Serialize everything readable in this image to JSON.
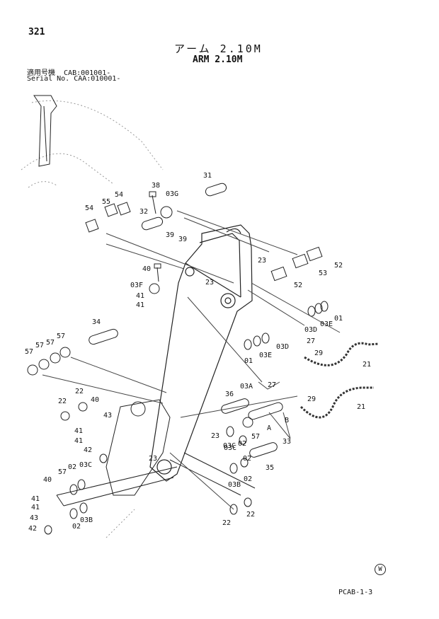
{
  "page_number": "321",
  "title_jp": "アーム 2.10M",
  "title_en": "ARM 2.10M",
  "serial_line1": "適用号機  CAB:001001-",
  "serial_line2": "Serial No. CAA:010001-",
  "watermark": "W",
  "footer_code": "PCAB-1-3",
  "part_labels": {
    "p321_top": "31",
    "p38": "38",
    "p03g": "03G",
    "p32": "32",
    "p39a": "39",
    "p39b": "39",
    "p54a": "54",
    "p54b": "54",
    "p55": "55",
    "p40a": "40",
    "p03f": "03F",
    "p41a": "41",
    "p41b": "41",
    "p23a": "23",
    "p23b": "23",
    "p52a": "52",
    "p52b": "52",
    "p53": "53",
    "p34": "34",
    "p57a": "57",
    "p57b": "57",
    "p57c": "57",
    "p57d": "57",
    "p01a": "01",
    "p03da": "03D",
    "p03ea": "03E",
    "p01b": "01",
    "p03eb": "03E",
    "p03db": "03D",
    "p27a": "27",
    "p29a": "29",
    "p21a": "21",
    "p03a": "03A",
    "p27b": "27",
    "p29b": "29",
    "p21b": "21",
    "p36": "36",
    "p22a": "22",
    "p22b": "22",
    "p40b": "40",
    "p43a": "43",
    "p41c": "41",
    "p41d": "41",
    "p42a": "42",
    "p23c": "23",
    "p03ca": "03C",
    "p02a": "02",
    "p57e": "57",
    "pA": "A",
    "pB": "B",
    "p33": "33",
    "p23d": "23",
    "p02b": "02",
    "p03cb": "03C",
    "p03ba": "03B",
    "p02c": "02",
    "p35": "35",
    "p57f": "57",
    "p03cc": "03C",
    "p02d": "02",
    "p40c": "40",
    "p41e": "41",
    "p41f": "41",
    "p43b": "43",
    "p42b": "42",
    "p02e": "02",
    "p03bb": "03B",
    "p22c": "22",
    "p22d": "22"
  }
}
